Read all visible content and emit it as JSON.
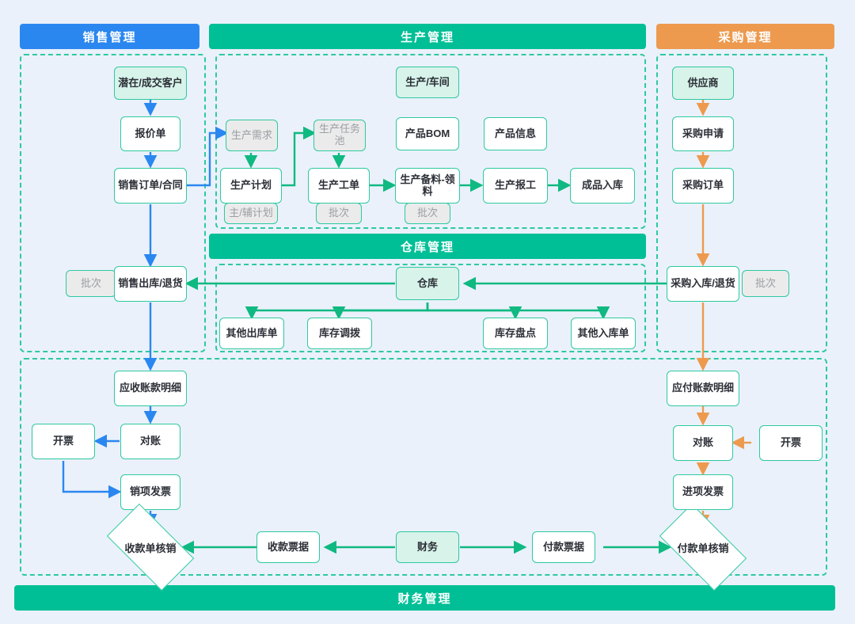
{
  "sections": {
    "sales": {
      "title": "销售管理",
      "color": "#2b87f0"
    },
    "production": {
      "title": "生产管理",
      "color": "#00bf96"
    },
    "purchase": {
      "title": "采购管理",
      "color": "#ed9a4f"
    },
    "warehouse": {
      "title": "仓库管理",
      "color": "#00bf96"
    },
    "finance": {
      "title": "财务管理",
      "color": "#00bf96"
    }
  },
  "nodes": {
    "customer": "潜在/成交客户",
    "quotation": "报价单",
    "sales_order": "销售订单/合同",
    "sales_batch": "批次",
    "sales_outbound": "销售出库/退货",
    "prod_workshop": "生产/车间",
    "prod_demand": "生产需求",
    "prod_task_pool": "生产任务池",
    "product_bom": "产品BOM",
    "product_info": "产品信息",
    "prod_plan": "生产计划",
    "prod_plan_sub": "主/辅计划",
    "prod_work_order": "生产工单",
    "prod_work_batch": "批次",
    "prod_material": "生产备料-领料",
    "prod_material_batch": "批次",
    "prod_report": "生产报工",
    "finished_inbound": "成品入库",
    "supplier": "供应商",
    "purchase_request": "采购申请",
    "purchase_order": "采购订单",
    "purchase_inbound": "采购入库/退货",
    "purchase_batch": "批次",
    "warehouse": "仓库",
    "other_outbound": "其他出库单",
    "stock_transfer": "库存调拨",
    "stock_count": "库存盘点",
    "other_inbound": "其他入库单",
    "ar_detail": "应收账款明细",
    "ar_recon": "对账",
    "ar_invoice_issue": "开票",
    "output_invoice": "销项发票",
    "receipt_writeoff": "收款单核销",
    "receipt_voucher": "收款票据",
    "finance": "财务",
    "payment_voucher": "付款票据",
    "payment_writeoff": "付款单核销",
    "ap_detail": "应付账款明细",
    "ap_recon": "对账",
    "ap_invoice_issue": "开票",
    "input_invoice": "进项发票"
  },
  "colors": {
    "background": "#eaf1fa",
    "sales_blue": "#2b87f0",
    "green": "#00bf96",
    "edge_green": "#10b981",
    "purchase_orange": "#ed9a4f",
    "node_border": "#2ec9a0",
    "mint_fill": "#d8f3ea",
    "grey_fill": "#ebebeb",
    "grey_text": "#9b9ea3",
    "text": "#2b2f36"
  }
}
